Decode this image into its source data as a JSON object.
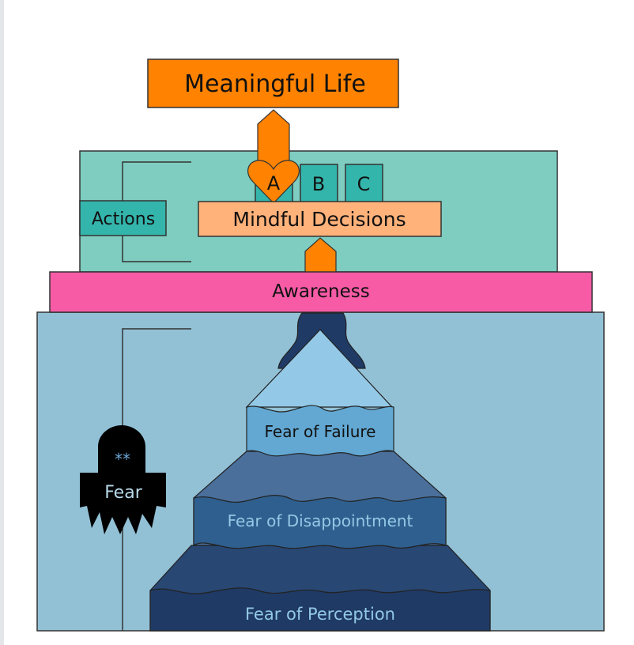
{
  "diagram": {
    "top_goal": {
      "label": "Meaningful Life",
      "color": "#ff8200"
    },
    "actions": {
      "label": "Actions",
      "panel_color": "#7ecdc0",
      "box_color": "#34b5ac",
      "options": [
        "A",
        "B",
        "C"
      ],
      "selected_option": "A",
      "decision_label": "Mindful Decisions",
      "decision_color": "#ffb27a"
    },
    "awareness": {
      "label": "Awareness",
      "color": "#f75ba6"
    },
    "fear": {
      "label": "Fear",
      "monster_color": "#000000",
      "eyes": "**",
      "panel_color": "#92c1d6",
      "layers": [
        {
          "label": "Fear of Failure",
          "color": "#62a8d3"
        },
        {
          "label": "Fear of Disappointment",
          "color": "#2f5f8e"
        },
        {
          "label": "Fear of Perception",
          "color": "#1f3a64"
        }
      ]
    }
  }
}
